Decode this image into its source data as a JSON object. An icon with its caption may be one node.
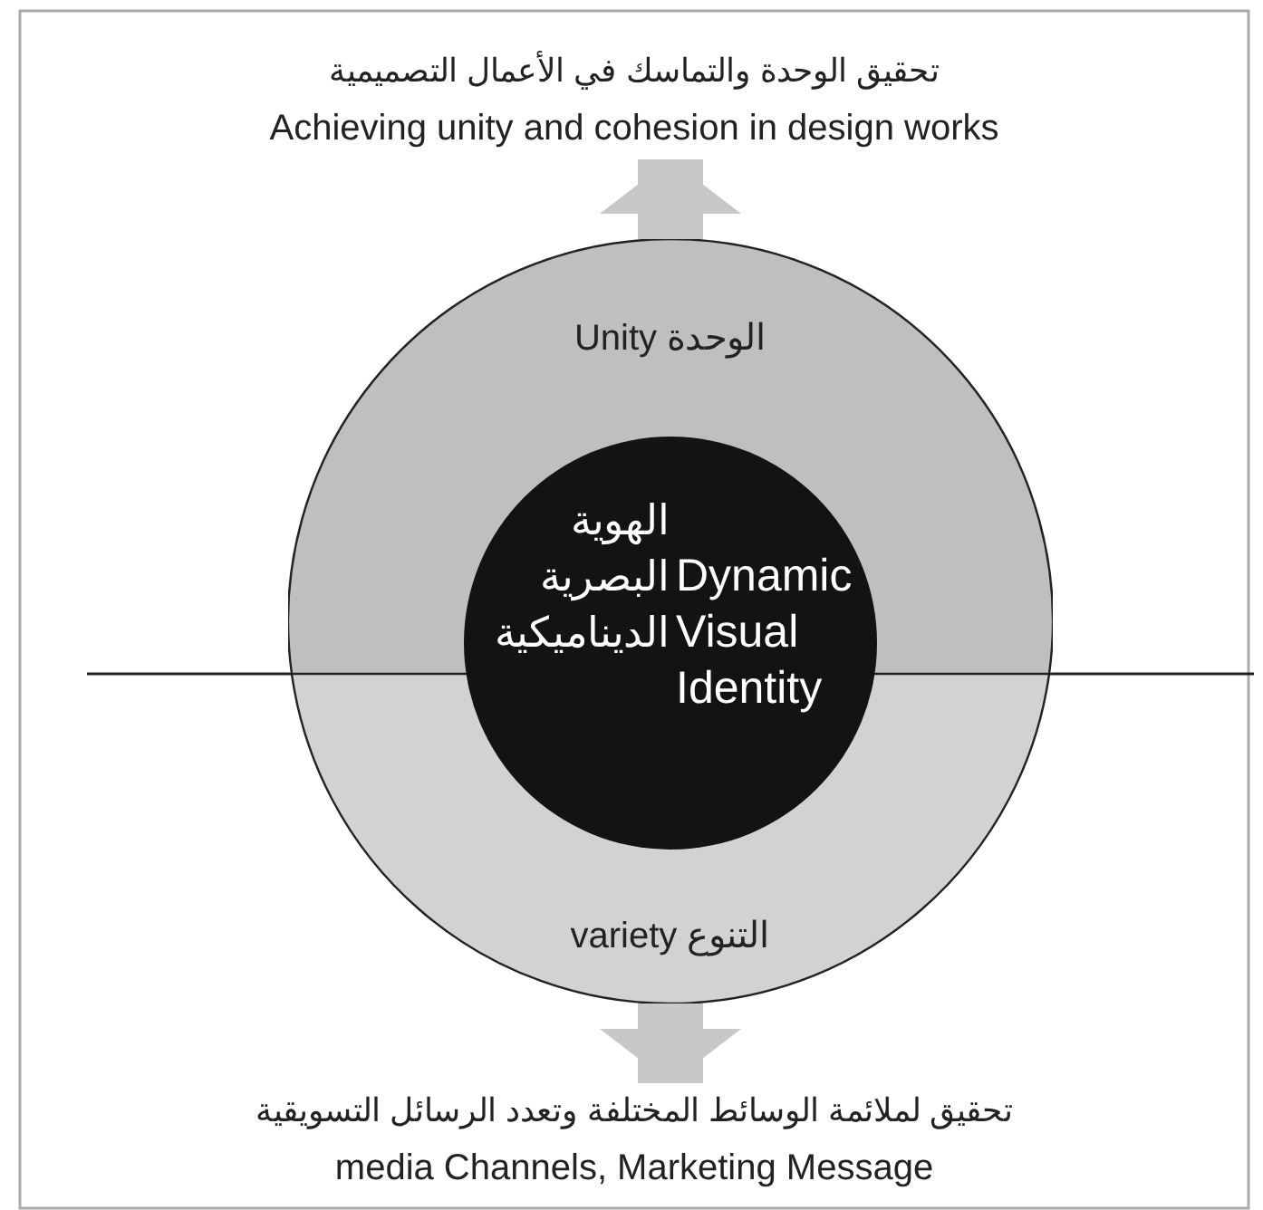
{
  "diagram": {
    "nodes": [
      {
        "text": [
          "تحقيق الوحدة والتماسك في الأعمال التصميمية",
          "Achieving unity and cohesion in design works"
        ]
      },
      {
        "text": [
          "Unity الوحدة"
        ]
      },
      {
        "text": [
          "variety التنوع"
        ]
      },
      {
        "text": [
          "Dynamic Visual Identity",
          "الهوية البصرية الديناميكية"
        ]
      },
      {
        "text": [
          "تحقيق لملائمة الوسائط المختلفة وتعدد الرسائل التسويقية",
          "media Channels, Marketing Message"
        ]
      }
    ],
    "edges": [
      {
        "from": 1,
        "to": 0,
        "arrow": "to"
      },
      {
        "from": 2,
        "to": 4,
        "arrow": "to"
      }
    ]
  }
}
